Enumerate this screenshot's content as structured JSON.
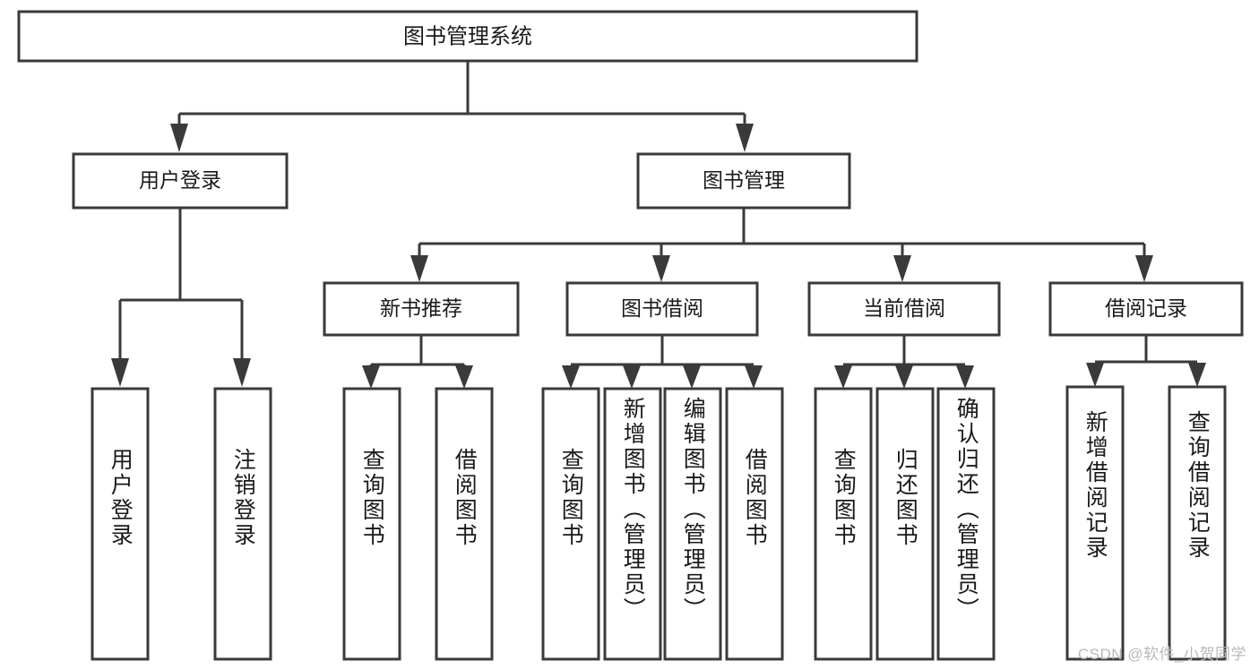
{
  "diagram": {
    "type": "tree-flowchart",
    "title": "图书管理系统",
    "watermark": "CSDN @软件_小贺同学",
    "colors": {
      "box_stroke": "#3a3a3a",
      "box_fill": "#ffffff",
      "connector": "#3a3a3a",
      "text": "#1a1a1a",
      "watermark": "#b9b9b9",
      "background": "#ffffff"
    },
    "root": {
      "label": "图书管理系统"
    },
    "level2": [
      {
        "label": "用户登录"
      },
      {
        "label": "图书管理"
      }
    ],
    "level3": [
      {
        "label": "新书推荐"
      },
      {
        "label": "图书借阅"
      },
      {
        "label": "当前借阅"
      },
      {
        "label": "借阅记录"
      }
    ],
    "leaves": {
      "user_login": [
        {
          "label": "用户登录"
        },
        {
          "label": "注销登录"
        }
      ],
      "new_book_recommend": [
        {
          "label": "查询图书"
        },
        {
          "label": "借阅图书"
        }
      ],
      "book_borrow": [
        {
          "label": "查询图书"
        },
        {
          "label": "新增图书（管理员）"
        },
        {
          "label": "编辑图书（管理员）"
        },
        {
          "label": "借阅图书"
        }
      ],
      "current_borrow": [
        {
          "label": "查询图书"
        },
        {
          "label": "归还图书"
        },
        {
          "label": "确认归还（管理员）"
        }
      ],
      "borrow_record": [
        {
          "label": "新增借阅记录"
        },
        {
          "label": "查询借阅记录"
        }
      ]
    }
  }
}
